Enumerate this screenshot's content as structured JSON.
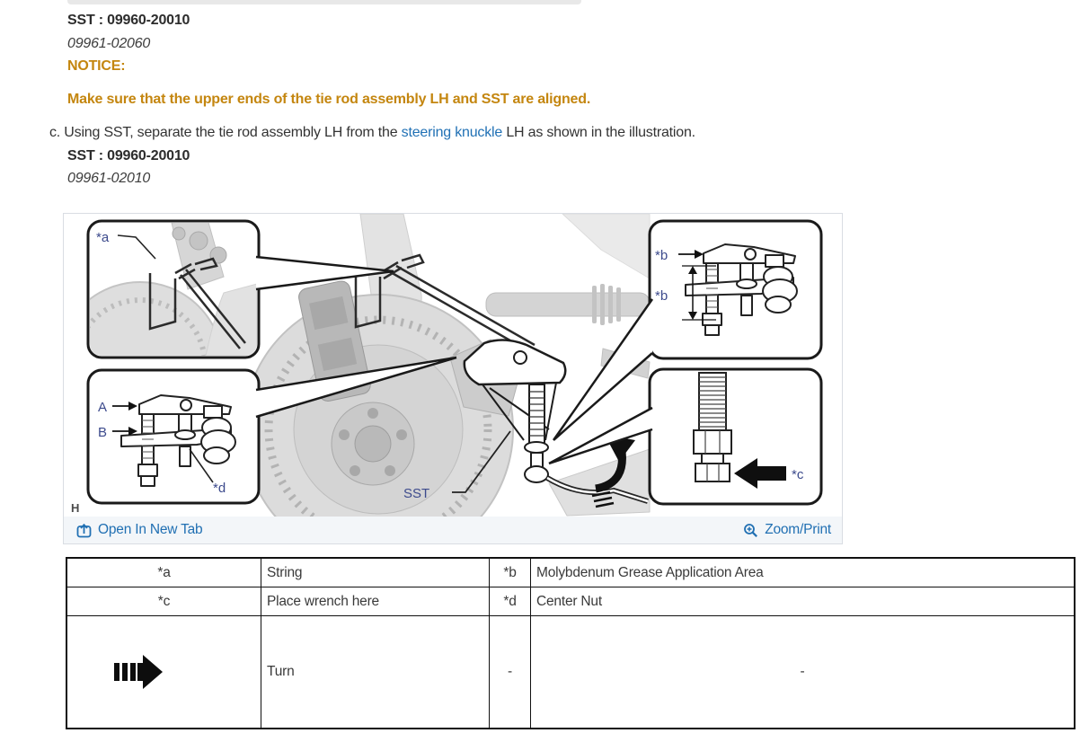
{
  "content": {
    "sst1": {
      "code": "SST : 09960-20010",
      "part": "09961-02060"
    },
    "notice_label": "NOTICE:",
    "notice_text": "Make sure that the upper ends of the tie rod assembly LH and SST are aligned.",
    "step": {
      "marker": "c.",
      "before_link": "Using SST, separate the tie rod assembly LH from the ",
      "link_text": "steering knuckle",
      "after_link": " LH as shown in the illustration.",
      "sst_code": "SST : 09960-20010",
      "sst_part": "09961-02010"
    }
  },
  "figure": {
    "callout_a": "*a",
    "callout_b": "*b",
    "callout_c": "*c",
    "callout_d": "*d",
    "label_A": "A",
    "label_B": "B",
    "label_sst": "SST",
    "label_h": "H",
    "toolbar": {
      "open_new_tab": "Open In New Tab",
      "zoom_print": "Zoom/Print"
    }
  },
  "legend": {
    "rows": [
      {
        "c1": "*a",
        "c2": "String",
        "c3": "*b",
        "c4": "Molybdenum Grease Application Area"
      },
      {
        "c1": "*c",
        "c2": "Place wrench here",
        "c3": "*d",
        "c4": "Center Nut"
      },
      {
        "c1_icon": "turn-arrow-icon",
        "c2": "Turn",
        "c3": "-",
        "c4": "-"
      }
    ]
  },
  "colors": {
    "link_blue": "#2171b5",
    "notice_orange": "#c4860f",
    "toolbar_bg": "#f3f6f9",
    "table_border": "#111111",
    "figure_label": "#3c4a8c"
  }
}
